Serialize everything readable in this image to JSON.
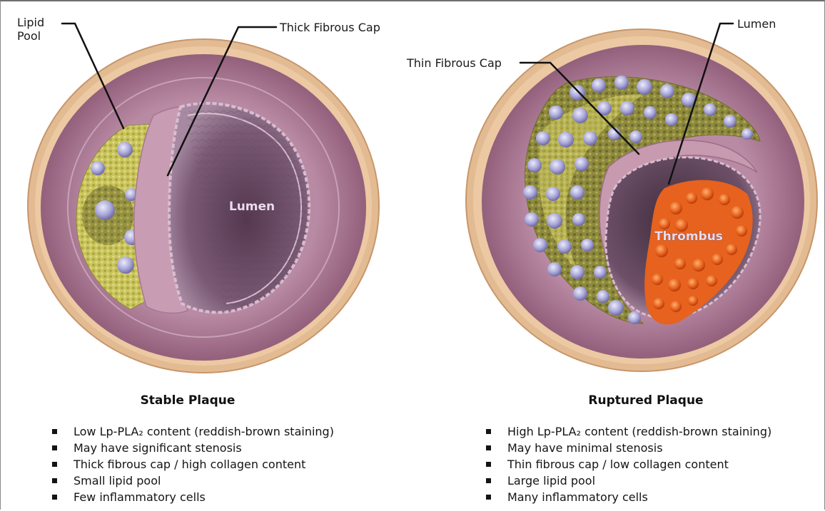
{
  "diagram": {
    "left_panel": {
      "callouts": {
        "lipid_pool": [
          "Lipid",
          "Pool"
        ],
        "fibrous_cap": "Thick Fibrous Cap"
      },
      "inside_label": "Lumen",
      "heading": "Stable Plaque",
      "bullets": [
        "Low Lp-PLA₂ content (reddish-brown staining)",
        "May have significant stenosis",
        "Thick fibrous cap / high collagen content",
        "Small lipid pool",
        "Few inflammatory cells"
      ]
    },
    "right_panel": {
      "callouts": {
        "lumen": "Lumen",
        "fibrous_cap": "Thin Fibrous Cap"
      },
      "inside_label": "Thrombus",
      "heading": "Ruptured Plaque",
      "bullets": [
        "High Lp-PLA₂ content (reddish-brown staining)",
        "May have minimal stenosis",
        "Thin fibrous cap / low collagen content",
        "Large lipid pool",
        "Many inflammatory cells"
      ]
    },
    "colors": {
      "adventitia": "#e2b890",
      "media": "#b57f9b",
      "media_dark": "#8f5c78",
      "lumen": "#6a4d66",
      "lipid": "#c8c25a",
      "foam_cell": "#b8b6e2",
      "thrombus": "#e6621e"
    }
  }
}
